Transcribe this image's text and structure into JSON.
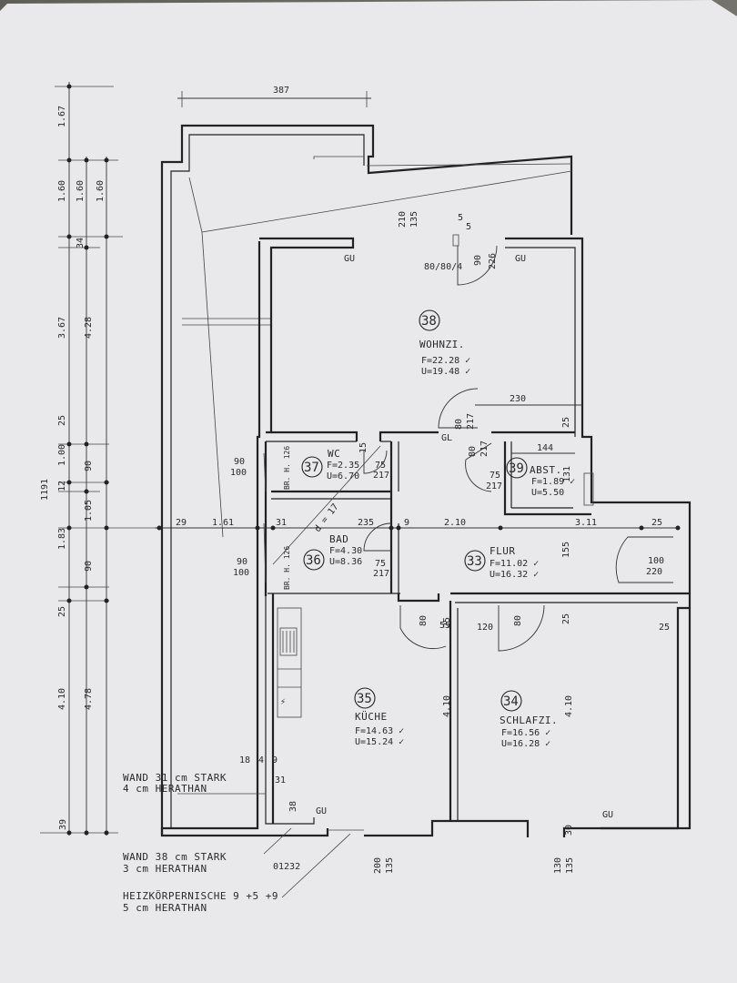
{
  "rooms": [
    {
      "id": "wohnzi",
      "number": "38",
      "name": "WOHNZI.",
      "area": "F=22.28 ✓",
      "perimeter": "U=19.48 ✓"
    },
    {
      "id": "wc",
      "number": "37",
      "name": "WC",
      "area": "F=2.35",
      "perimeter": "U=6.70"
    },
    {
      "id": "abst",
      "number": "39",
      "name": "ABST.",
      "area": "F=1.89 ✓",
      "perimeter": "U=5.50"
    },
    {
      "id": "bad",
      "number": "36",
      "name": "BAD",
      "area": "F=4.30",
      "perimeter": "U=8.36"
    },
    {
      "id": "flur",
      "number": "33",
      "name": "FLUR",
      "area": "F=11.02 ✓",
      "perimeter": "U=16.32 ✓"
    },
    {
      "id": "kueche",
      "number": "35",
      "name": "KÜCHE",
      "area": "F=14.63 ✓",
      "perimeter": "U=15.24 ✓"
    },
    {
      "id": "schlafzi",
      "number": "34",
      "name": "SCHLAFZI.",
      "area": "F=16.56 ✓",
      "perimeter": "U=16.28 ✓"
    }
  ],
  "notes": {
    "wall31_line1": "WAND  31 cm STARK",
    "wall31_line2": "4 cm HERATHAN",
    "wall38_line1": "WAND  38 cm STARK",
    "wall38_line2": "3 cm HERATHAN",
    "niche_line1": "HEIZKÖRPERNISCHE  9 +5 +9",
    "niche_line2": "5 cm HERATHAN",
    "plan_code": "01232"
  },
  "dimensions": {
    "top_width": "387",
    "overall_left": "1191",
    "left_chain_a": [
      "1.67",
      "1.60",
      "3.67",
      "25",
      "1.00",
      "12",
      "1.83",
      "25",
      "4.10"
    ],
    "left_chain_b": [
      "1.60",
      "34",
      "4.28",
      "90",
      "1.05",
      "90",
      "4.78",
      "39"
    ],
    "left_chain_c": [
      "1.60"
    ],
    "horizontal_row": [
      "29",
      "1.61",
      "31",
      "235",
      "9",
      "2.10",
      "3.11",
      "25"
    ],
    "wohnzi_width": "230",
    "abst_width": "144",
    "window_top": [
      "210",
      "135"
    ],
    "window_top_small": [
      "5",
      "5"
    ],
    "door_top": [
      "90",
      "226"
    ],
    "door_top_code": "80/80/4",
    "gu_labels": [
      "GU",
      "GU",
      "GL",
      "GU",
      "GU"
    ],
    "wc_door": [
      "75",
      "217"
    ],
    "bad_door": [
      "75",
      "217"
    ],
    "abst_door": [
      "75",
      "217"
    ],
    "wohnzi_door": [
      "80",
      "217"
    ],
    "flur_door": [
      "80",
      "217"
    ],
    "kueche_door": [
      "80",
      "55"
    ],
    "schlafzi_door": [
      "120",
      "80"
    ],
    "entry_door": [
      "100",
      "220"
    ],
    "wc_window": [
      "90",
      "100"
    ],
    "bad_window": [
      "90",
      "100"
    ],
    "wc_br": "BR. H. 126",
    "bad_br": "BR. H. 126",
    "diag": "d = 17",
    "kueche_height": "4.10",
    "schlafzi_height": "4.10",
    "flur_height": "155",
    "misc": [
      "25",
      "25",
      "25",
      "15",
      "131",
      "38",
      "31",
      "18",
      "4",
      "9",
      "30"
    ],
    "bottom_kueche": [
      "200",
      "135"
    ],
    "bottom_schlafzi": [
      "130",
      "135"
    ]
  }
}
